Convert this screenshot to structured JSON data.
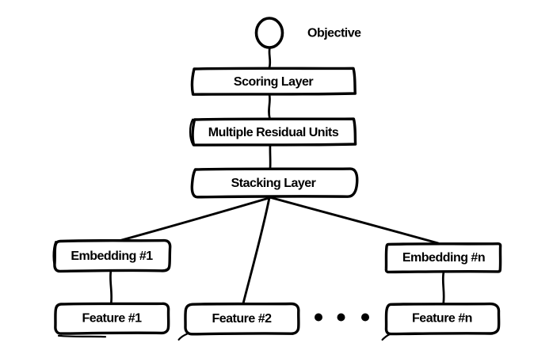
{
  "figure": {
    "type": "architecture-diagram",
    "style": "hand-drawn",
    "colors": {
      "background": "#ffffff",
      "ink": "#000000",
      "text": "#000000"
    },
    "nodes": {
      "objective": {
        "label": "Objective",
        "shape": "circle"
      },
      "scoring_layer": {
        "label": "Scoring Layer",
        "shape": "box"
      },
      "residual_units": {
        "label": "Multiple Residual Units",
        "shape": "box"
      },
      "stacking_layer": {
        "label": "Stacking Layer",
        "shape": "box"
      },
      "embedding_1": {
        "label": "Embedding #1",
        "shape": "box"
      },
      "embedding_n": {
        "label": "Embedding #n",
        "shape": "box"
      },
      "feature_1": {
        "label": "Feature #1",
        "shape": "box"
      },
      "feature_2": {
        "label": "Feature #2",
        "shape": "box"
      },
      "feature_n": {
        "label": "Feature #n",
        "shape": "box"
      }
    },
    "edges": [
      {
        "from": "objective",
        "to": "scoring_layer"
      },
      {
        "from": "scoring_layer",
        "to": "residual_units"
      },
      {
        "from": "residual_units",
        "to": "stacking_layer"
      },
      {
        "from": "stacking_layer",
        "to": "embedding_1"
      },
      {
        "from": "stacking_layer",
        "to": "feature_2"
      },
      {
        "from": "stacking_layer",
        "to": "embedding_n"
      },
      {
        "from": "embedding_1",
        "to": "feature_1"
      },
      {
        "from": "embedding_n",
        "to": "feature_n"
      }
    ],
    "ellipsis": {
      "dot_count": 3,
      "meaning": "features 3..n-1 omitted"
    }
  }
}
